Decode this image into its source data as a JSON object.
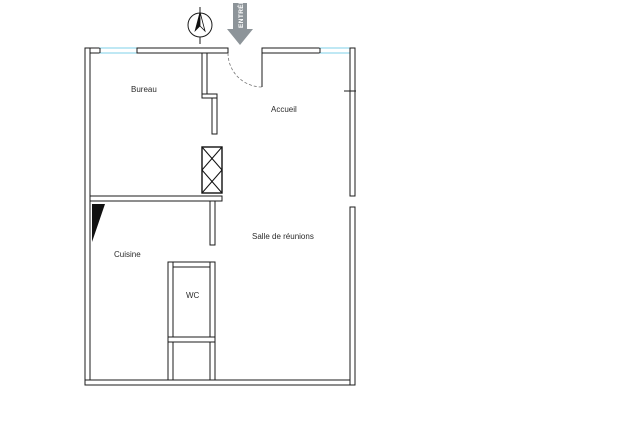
{
  "plan": {
    "rooms": {
      "bureau": "Bureau",
      "accueil": "Accueil",
      "salle_reunions": "Salle  de réunions",
      "cuisine": "Cuisine",
      "wc": "WC"
    },
    "entrance_label": "ENTRÉE",
    "colors": {
      "wall": "#1b1b1b",
      "window": "#7fd2e8",
      "entrance_banner": "#8d9499",
      "door_arc": "#777777"
    }
  }
}
